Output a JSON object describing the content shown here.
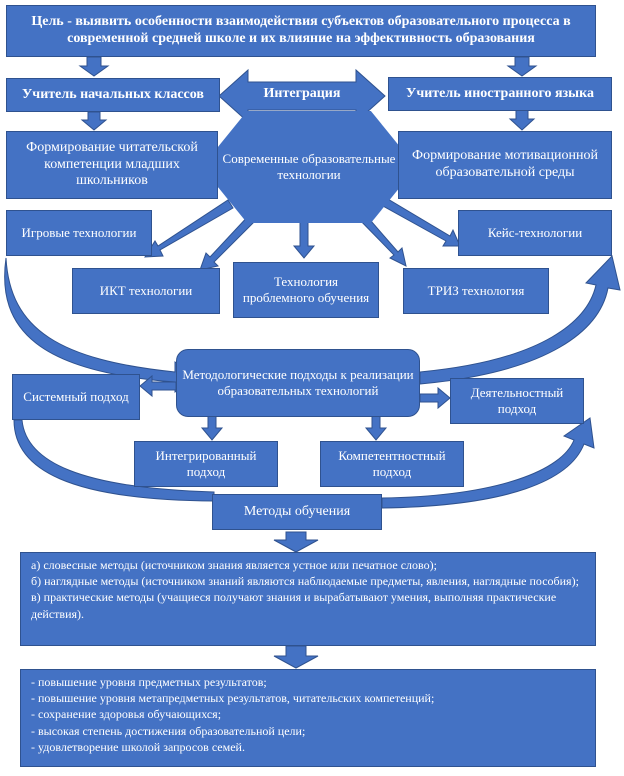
{
  "colors": {
    "box_fill": "#4472c4",
    "box_border": "#2f528f",
    "text": "#ffffff",
    "background": "#ffffff"
  },
  "goal": "Цель - выявить особенности  взаимодействия субъектов образовательного процесса в современной средней школе и их влияние на эффективность образования",
  "teacher_primary": "Учитель начальных классов",
  "integration": "Интеграция",
  "teacher_foreign": "Учитель иностранного языка",
  "reading_competence": "Формирование читательской компетенции младших школьников",
  "modern_tech": "Современные образовательные технологии",
  "motivational_env": "Формирование мотивационной образовательной среды",
  "tech": {
    "game": "Игровые технологии",
    "case": "Кейс-технологии",
    "ict": "ИКТ технологии",
    "problem": "Технология проблемного обучения",
    "triz": "ТРИЗ технология"
  },
  "approaches_center": "Методологические подходы к реализации образовательных технологий",
  "approaches": {
    "system": "Системный подход",
    "activity": "Деятельностный подход",
    "integrated": "Интегрированный подход",
    "competence": "Компетентностный подход"
  },
  "methods_title": "Методы обучения",
  "methods_list": [
    "а) словесные методы (источником знания является устное или печатное слово);",
    "б) наглядные методы (источником знаний являются наблюдаемые предметы, явления, наглядные пособия);",
    "в) практические методы (учащиеся получают знания и вырабатывают умения, выполняя практические действия)."
  ],
  "results_list": [
    "- повышение уровня предметных результатов;",
    "- повышение уровня метапредметных результатов, читательских компетенций;",
    "-  сохранение здоровья обучающихся;",
    "- высокая степень достижения образовательной цели;",
    "-  удовлетворение школой запросов семей."
  ]
}
